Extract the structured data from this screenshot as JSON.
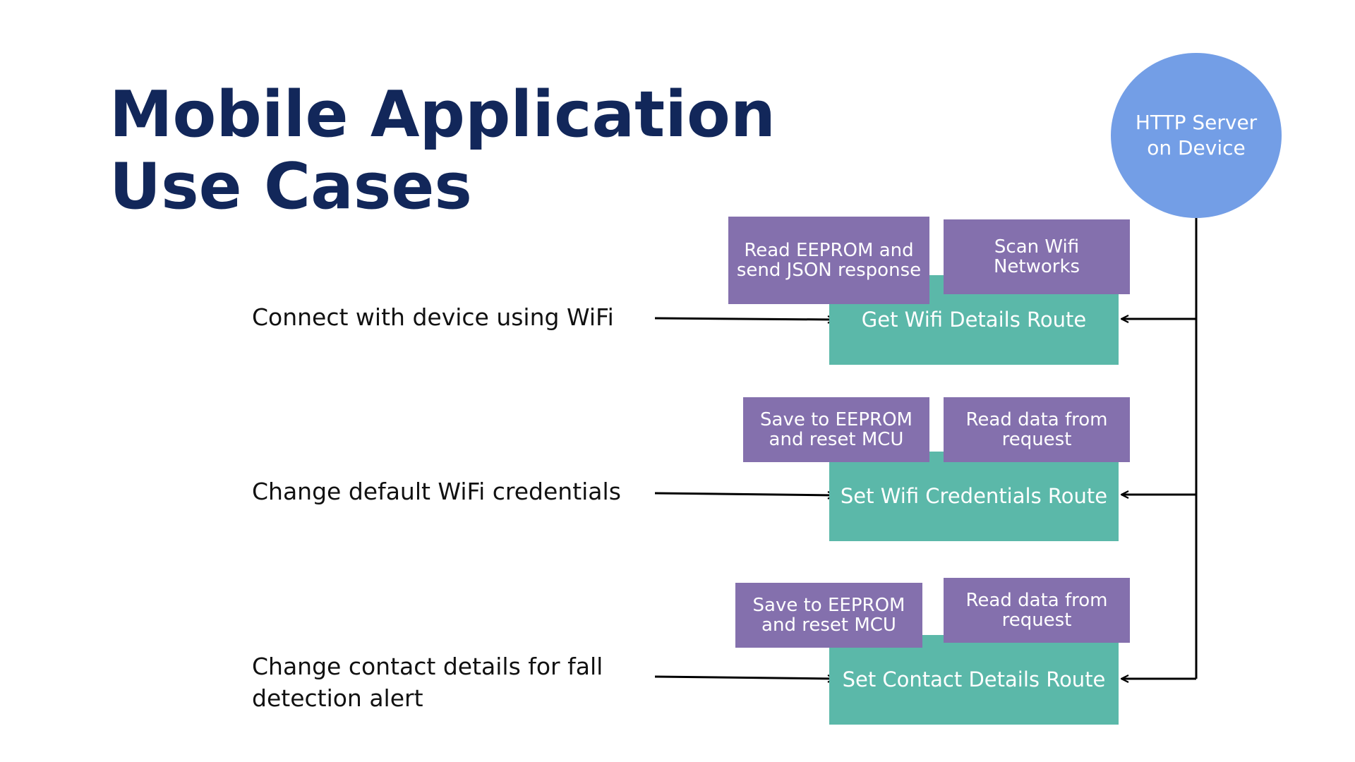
{
  "title": {
    "line1": "Mobile Application",
    "line2": "Use Cases"
  },
  "server": {
    "line1": "HTTP Server",
    "line2": "on Device"
  },
  "use_cases": [
    "Connect with device using WiFi",
    "Change default WiFi credentials",
    "Change contact details for fall detection alert"
  ],
  "routes": [
    "Get Wifi Details Route",
    "Set Wifi Credentials Route",
    "Set Contact Details Route"
  ],
  "steps": {
    "get_wifi": [
      "Read EEPROM and send JSON response",
      "Scan Wifi Networks"
    ],
    "set_wifi": [
      "Save to EEPROM and reset MCU",
      "Read data from request"
    ],
    "set_contact": [
      "Save to EEPROM and reset MCU",
      "Read data from request"
    ]
  },
  "colors": {
    "title": "#12275a",
    "route_box": "#5bb8a9",
    "step_box": "#8470ad",
    "server_circle": "#739ee6"
  }
}
